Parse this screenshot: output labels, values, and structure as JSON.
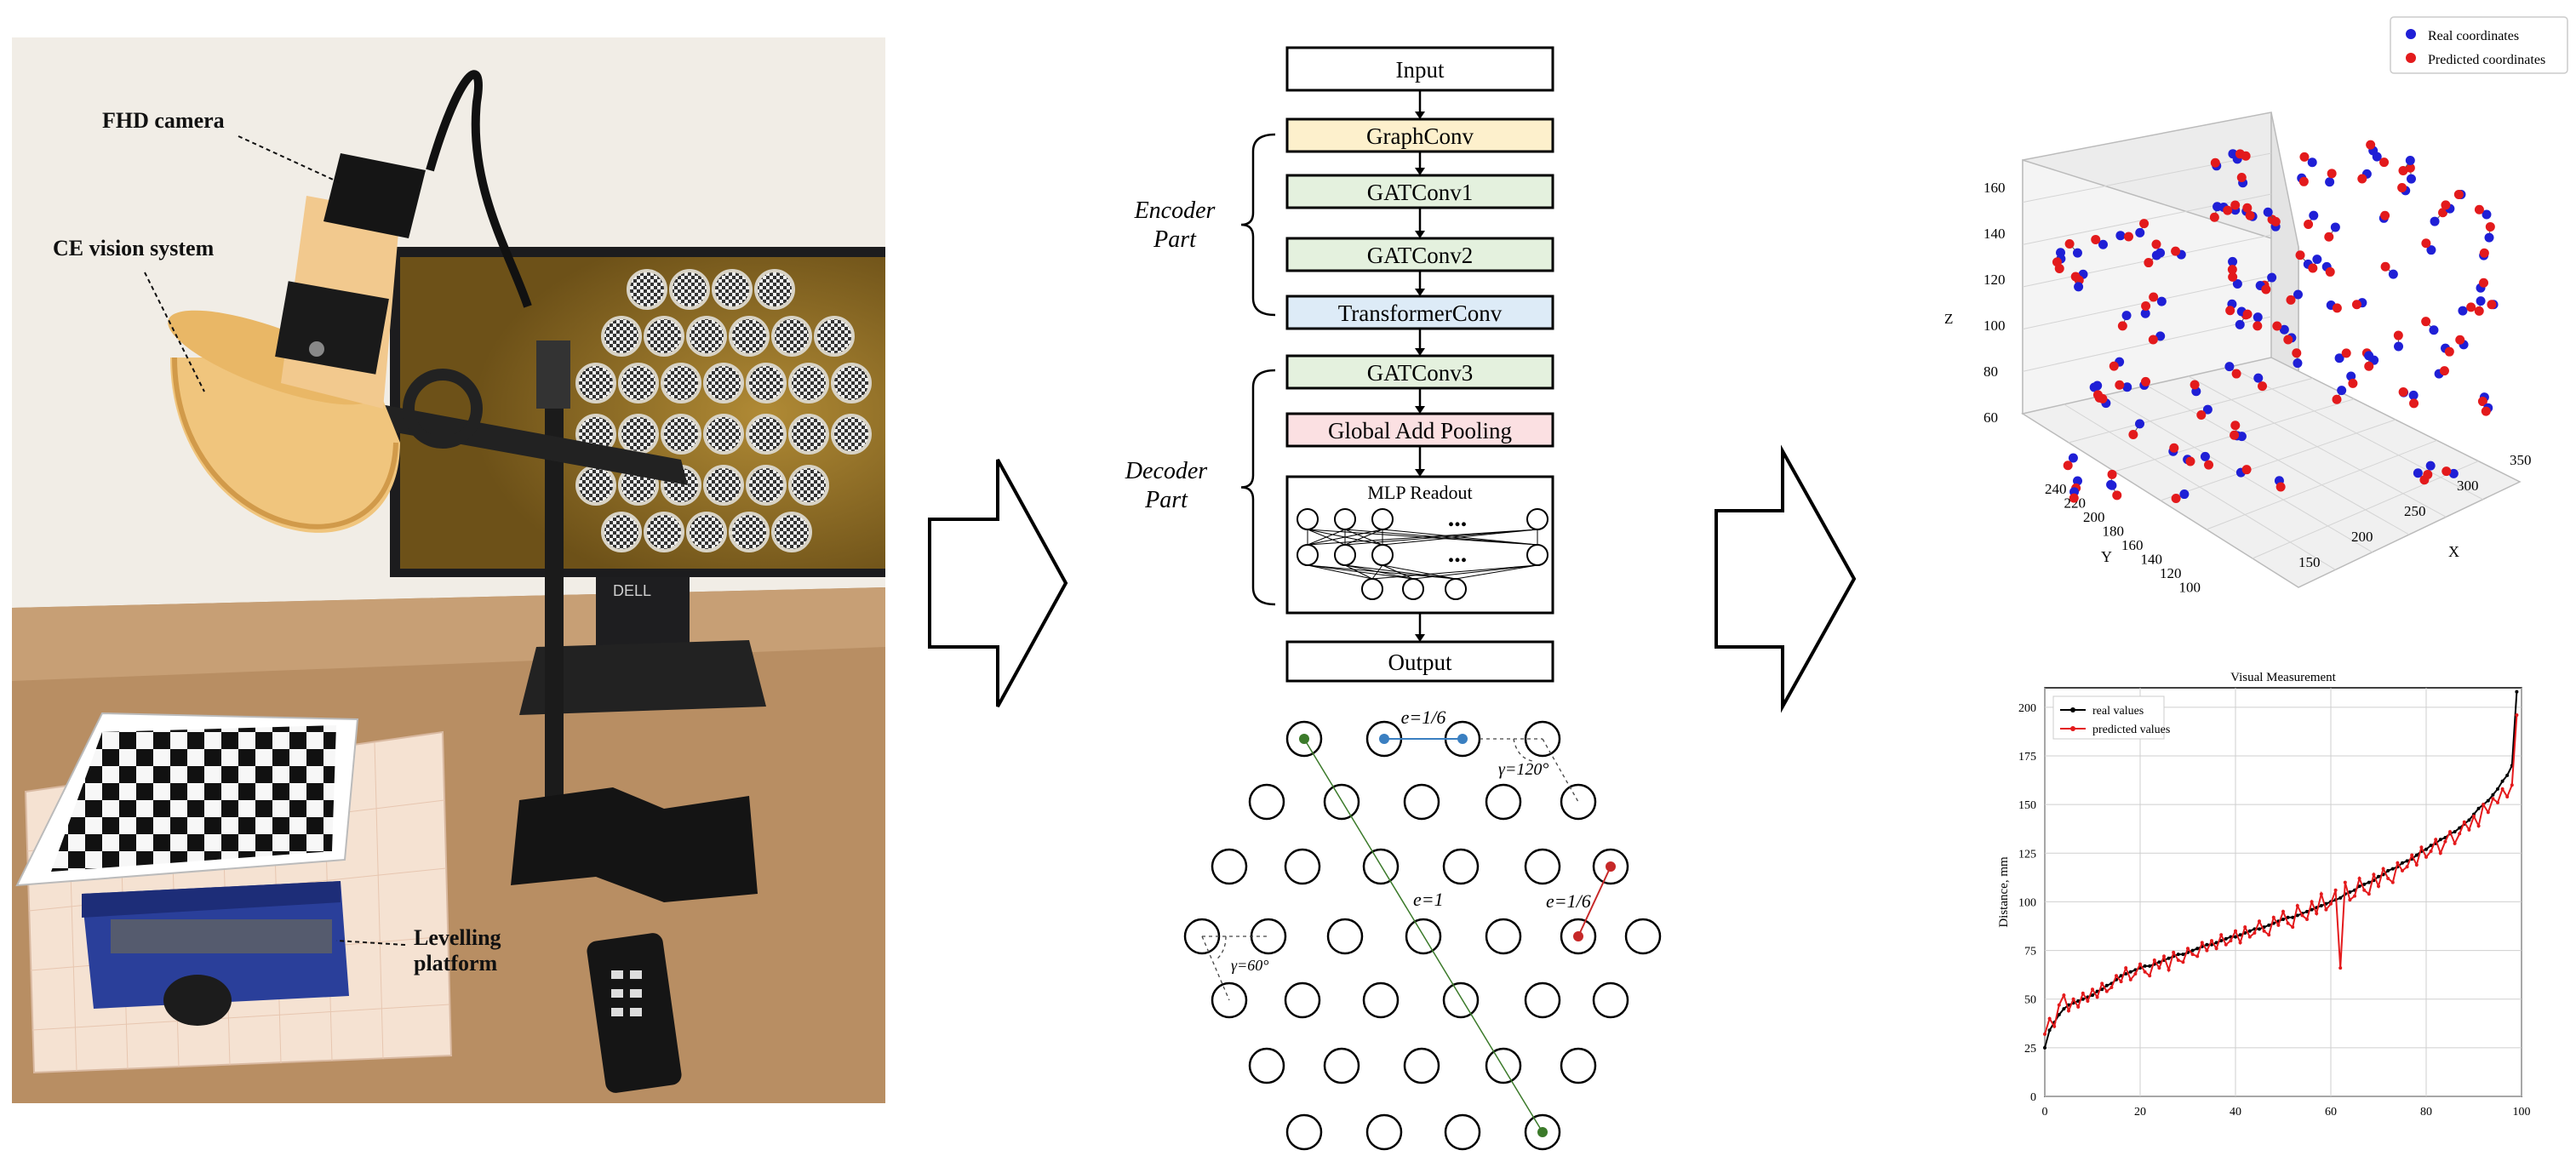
{
  "photo": {
    "labels": {
      "camera": "FHD camera",
      "ce_system": "CE vision system",
      "platform_line1": "Levelling",
      "platform_line2": "platform"
    },
    "monitor_brand": "DELL"
  },
  "network": {
    "blocks": [
      {
        "label": "Input",
        "color": "#ffffff"
      },
      {
        "label": "GraphConv",
        "color": "#fdf0cc"
      },
      {
        "label": "GATConv1",
        "color": "#e4f1de"
      },
      {
        "label": "GATConv2",
        "color": "#e4f1de"
      },
      {
        "label": "TransformerConv",
        "color": "#ddebf7"
      },
      {
        "label": "GATConv3",
        "color": "#e4f1de"
      },
      {
        "label": "Global Add Pooling",
        "color": "#fbe0e2"
      },
      {
        "label": "MLP Readout",
        "color": "#ffffff"
      },
      {
        "label": "Output",
        "color": "#ffffff"
      }
    ],
    "mlp_dots": "...",
    "encoder_label": [
      "Encoder",
      "Part"
    ],
    "decoder_label": [
      "Decoder",
      "Part"
    ]
  },
  "hexgrid": {
    "annotations": {
      "e_sixth_top": "e=1/6",
      "gamma120": "γ=120°",
      "e_one": "e=1",
      "e_sixth_right": "e=1/6",
      "gamma60": "γ=60°"
    },
    "colors": {
      "green": "#3b7a2a",
      "blue": "#3a7fc1",
      "red": "#c62828"
    }
  },
  "scatter3d": {
    "legend": [
      "Real coordinates",
      "Predicted coordinates"
    ],
    "axes": {
      "z_label": "Z",
      "y_label": "Y",
      "x_label": "X",
      "z_ticks": [
        "160",
        "140",
        "120",
        "100",
        "80",
        "60"
      ],
      "y_ticks": [
        "240",
        "220",
        "200",
        "180",
        "160",
        "140",
        "120",
        "100"
      ],
      "x_ticks": [
        "150",
        "200",
        "250",
        "300",
        "350"
      ]
    },
    "colors": {
      "real": "#1f1fd6",
      "pred": "#e31a1c"
    }
  },
  "chart_data": {
    "type": "line",
    "title": "Visual Measurement",
    "xlabel": "",
    "ylabel": "Distance, mm",
    "xlim": [
      0,
      100
    ],
    "ylim": [
      0,
      210
    ],
    "xticks": [
      0,
      20,
      40,
      60,
      80,
      100
    ],
    "yticks": [
      0,
      25,
      50,
      75,
      100,
      125,
      150,
      175,
      200
    ],
    "grid": true,
    "legend_position": "top-left",
    "x": [
      0,
      1,
      2,
      3,
      4,
      5,
      6,
      7,
      8,
      9,
      10,
      11,
      12,
      13,
      14,
      15,
      16,
      17,
      18,
      19,
      20,
      21,
      22,
      23,
      24,
      25,
      26,
      27,
      28,
      29,
      30,
      31,
      32,
      33,
      34,
      35,
      36,
      37,
      38,
      39,
      40,
      41,
      42,
      43,
      44,
      45,
      46,
      47,
      48,
      49,
      50,
      51,
      52,
      53,
      54,
      55,
      56,
      57,
      58,
      59,
      60,
      61,
      62,
      63,
      64,
      65,
      66,
      67,
      68,
      69,
      70,
      71,
      72,
      73,
      74,
      75,
      76,
      77,
      78,
      79,
      80,
      81,
      82,
      83,
      84,
      85,
      86,
      87,
      88,
      89,
      90,
      91,
      92,
      93,
      94,
      95,
      96,
      97,
      98,
      99
    ],
    "series": [
      {
        "name": "real values",
        "color": "#000000",
        "values": [
          25,
          34,
          38,
          42,
          45,
          47,
          48,
          49,
          50,
          51,
          52,
          54,
          55,
          57,
          58,
          60,
          62,
          63,
          64,
          65,
          66,
          67,
          67,
          68,
          69,
          70,
          71,
          72,
          73,
          73,
          74,
          75,
          76,
          77,
          78,
          78,
          79,
          80,
          81,
          82,
          82,
          83,
          84,
          85,
          86,
          86,
          87,
          88,
          89,
          90,
          91,
          92,
          92,
          93,
          94,
          95,
          96,
          97,
          98,
          99,
          100,
          101,
          102,
          104,
          105,
          106,
          108,
          109,
          110,
          111,
          113,
          114,
          116,
          117,
          118,
          120,
          121,
          122,
          124,
          126,
          127,
          129,
          130,
          132,
          133,
          135,
          136,
          138,
          140,
          142,
          145,
          148,
          150,
          152,
          155,
          158,
          162,
          165,
          170,
          208
        ]
      },
      {
        "name": "predicted values",
        "color": "#e41a1c",
        "values": [
          32,
          40,
          36,
          47,
          52,
          44,
          50,
          46,
          53,
          49,
          55,
          51,
          58,
          54,
          56,
          62,
          59,
          66,
          60,
          63,
          68,
          64,
          62,
          70,
          66,
          72,
          65,
          74,
          70,
          69,
          76,
          73,
          72,
          79,
          75,
          80,
          76,
          83,
          78,
          80,
          85,
          79,
          87,
          82,
          84,
          90,
          85,
          83,
          92,
          88,
          95,
          89,
          87,
          98,
          93,
          91,
          100,
          94,
          104,
          96,
          99,
          106,
          66,
          110,
          101,
          103,
          112,
          106,
          104,
          114,
          108,
          117,
          112,
          110,
          120,
          116,
          118,
          124,
          119,
          128,
          123,
          126,
          132,
          125,
          131,
          136,
          130,
          135,
          141,
          137,
          144,
          139,
          150,
          146,
          153,
          151,
          158,
          154,
          160,
          196
        ]
      }
    ]
  }
}
